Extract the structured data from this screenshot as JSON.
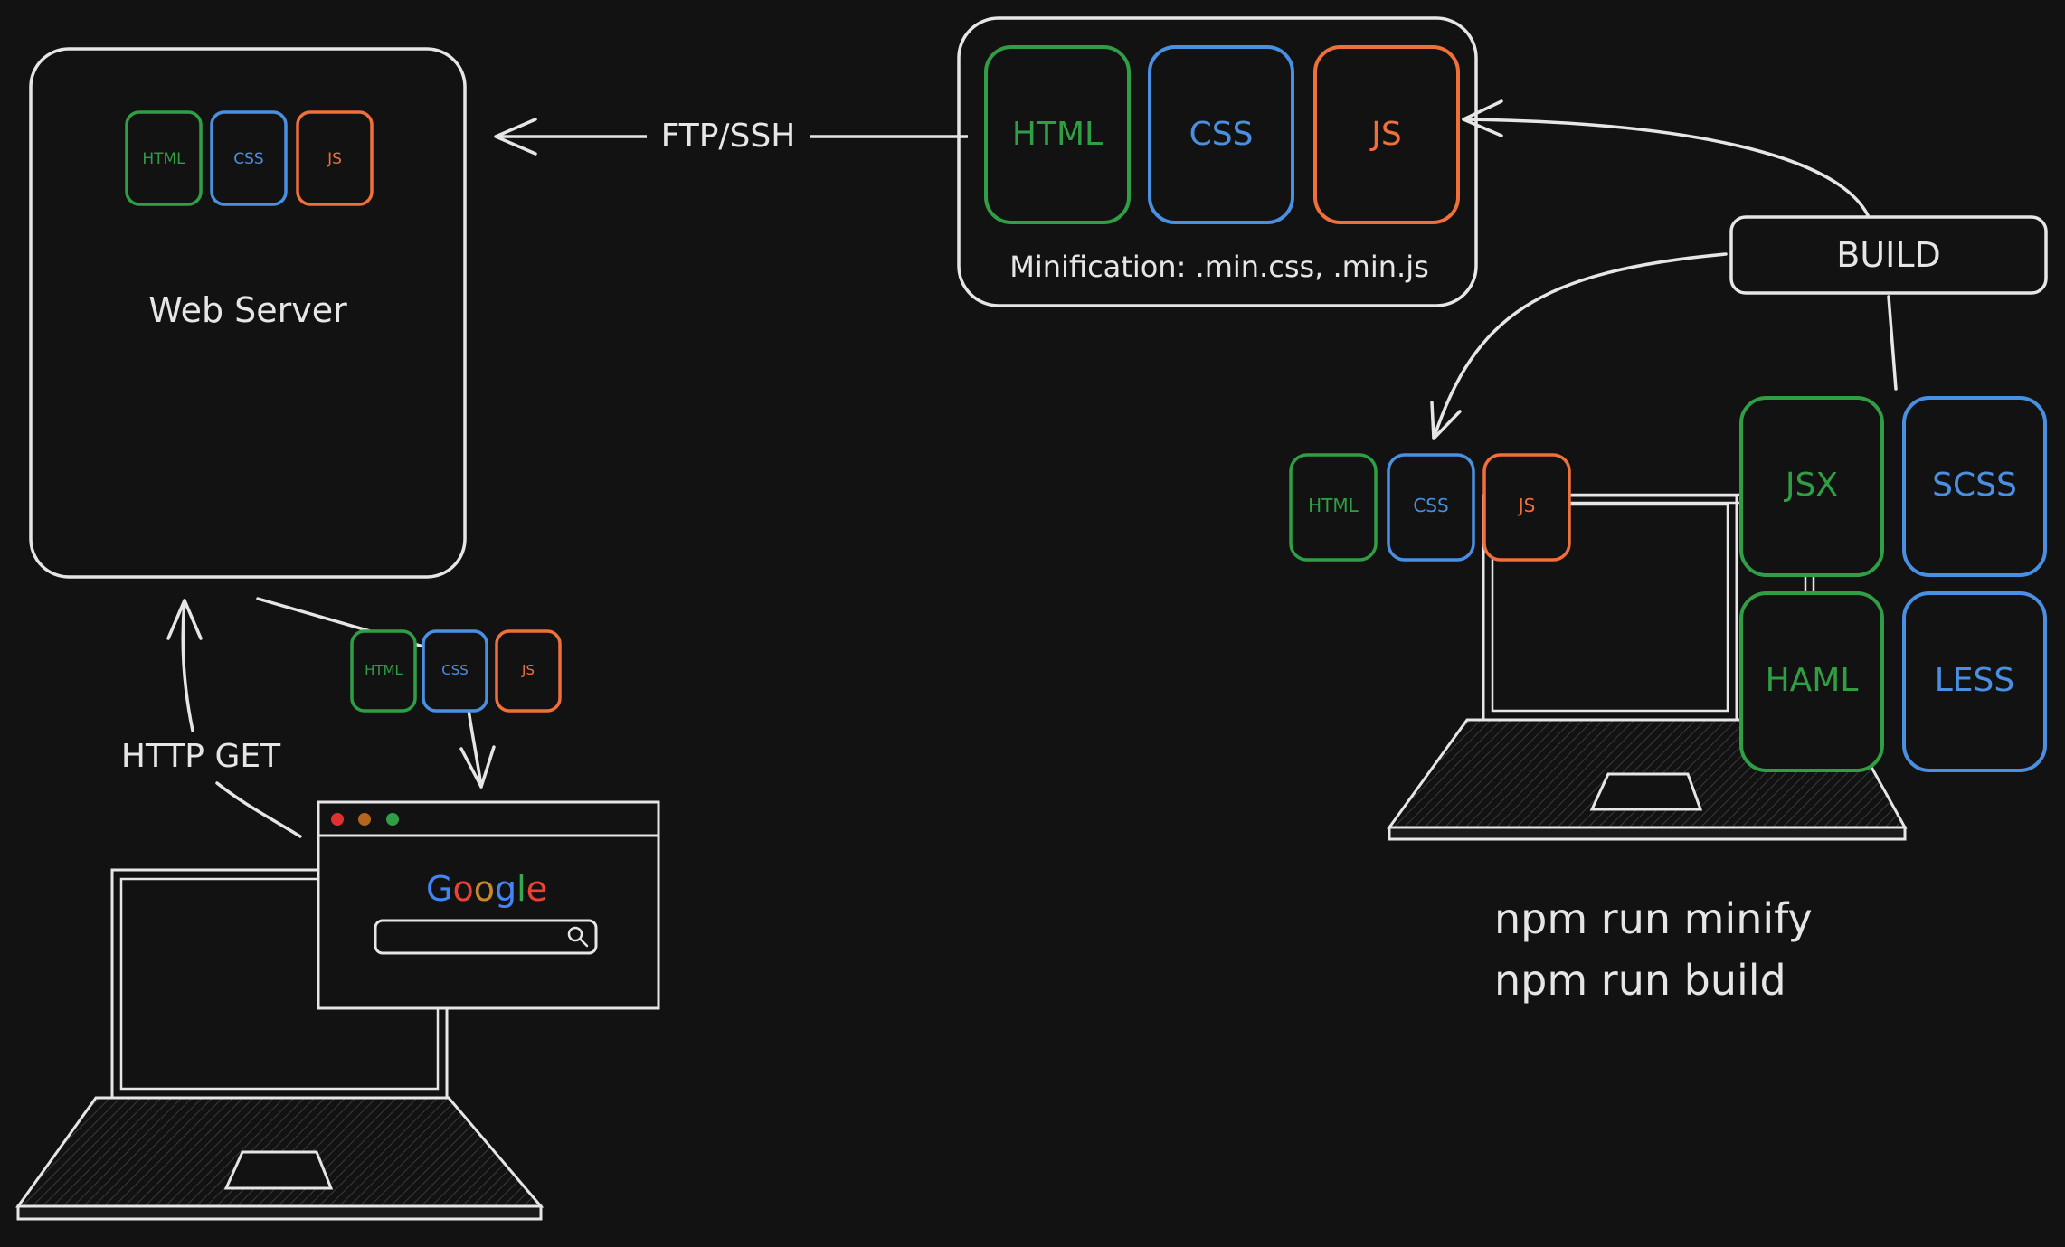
{
  "colors": {
    "background": "#121212",
    "line": "#e6e6e6",
    "green": "#2f9e44",
    "blue": "#4a90e2",
    "orange": "#f0703a",
    "red": "#e03131",
    "amber": "#b5651d",
    "google_blue": "#4285f4",
    "google_red": "#ea4335",
    "google_yellow": "#c9892a",
    "google_green": "#34a853"
  },
  "server": {
    "label": "Web Server",
    "files": [
      "HTML",
      "CSS",
      "JS"
    ]
  },
  "transfer": {
    "label": "FTP/SSH"
  },
  "dist": {
    "files": [
      "HTML",
      "CSS",
      "JS"
    ],
    "caption": "Minification: .min.css, .min.js"
  },
  "build": {
    "label": "BUILD"
  },
  "sources": {
    "files": [
      "JSX",
      "SCSS",
      "HAML",
      "LESS"
    ]
  },
  "built_files": [
    "HTML",
    "CSS",
    "JS"
  ],
  "request": {
    "label": "HTTP GET"
  },
  "response_files": [
    "HTML",
    "CSS",
    "JS"
  ],
  "browser": {
    "logo_letters": [
      "G",
      "o",
      "o",
      "g",
      "l",
      "e"
    ],
    "search_icon": "magnifier-icon"
  },
  "commands": {
    "line1": "npm run minify",
    "line2": "npm run build"
  }
}
